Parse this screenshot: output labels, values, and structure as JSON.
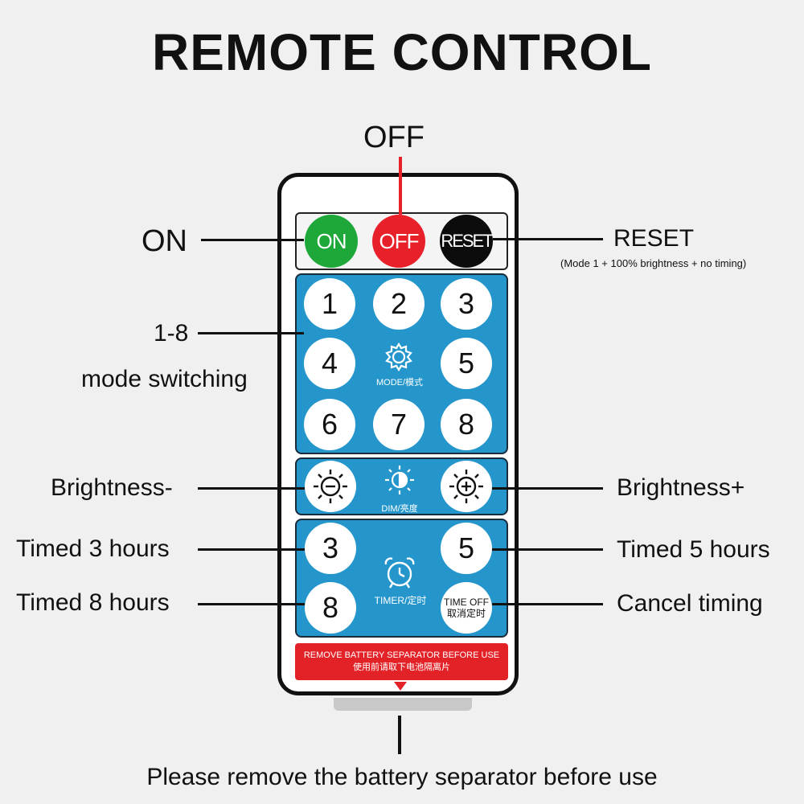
{
  "title": "REMOTE CONTROL",
  "callouts": {
    "off": "OFF",
    "on": "ON",
    "reset": "RESET",
    "reset_note": "(Mode 1 + 100% brightness + no timing)",
    "mode_range": "1-8",
    "mode_switching": "mode switching",
    "brightness_down": "Brightness-",
    "brightness_up": "Brightness+",
    "timed_3": "Timed 3 hours",
    "timed_5": "Timed 5 hours",
    "timed_8": "Timed 8 hours",
    "cancel_timing": "Cancel timing",
    "separator_note": "Please remove the battery separator before use"
  },
  "remote": {
    "power": {
      "on": "ON",
      "off": "OFF",
      "reset": "RESET"
    },
    "modes": [
      "1",
      "2",
      "3",
      "4",
      "5",
      "6",
      "7",
      "8"
    ],
    "mode_label": "MODE/模式",
    "dim_label": "DIM/亮度",
    "timer": {
      "t3": "3",
      "t5": "5",
      "t8": "8",
      "time_off_en": "TIME OFF",
      "time_off_cn": "取消定时",
      "label": "TIMER/定时"
    },
    "separator_en": "REMOVE BATTERY SEPARATOR BEFORE USE",
    "separator_cn": "使用前请取下电池隔离片"
  },
  "colors": {
    "on": "#1ea83a",
    "off": "#e8202a",
    "reset": "#0c0c0c",
    "panel": "#2596cc",
    "separator": "#e32228"
  },
  "icons": [
    "gear-icon",
    "sun-minus-icon",
    "half-sun-icon",
    "sun-plus-icon",
    "alarm-clock-icon"
  ]
}
